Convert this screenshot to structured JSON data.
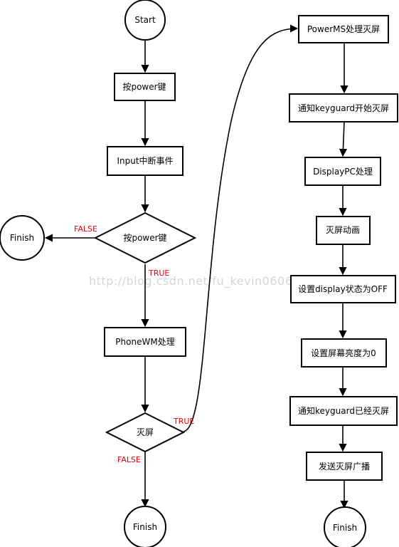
{
  "colors": {
    "stroke": "#000000",
    "label_red": "#e8000b",
    "watermark": "#d6d6d6",
    "background": "#ffffff"
  },
  "watermark": "http://blog.csdn.net/fu_kevin0606",
  "nodes": {
    "start": "Start",
    "press_power": "按power键",
    "input_interrupt": "Input中断事件",
    "decision_power": "按power键",
    "finish_left": "Finish",
    "phonewm": "PhoneWM处理",
    "decision_screen_off": "灭屏",
    "finish_bottom": "Finish",
    "powerms": "PowerMS处理灭屏",
    "notify_keyguard_start": "通知keyguard开始灭屏",
    "displaypc": "DisplayPC处理",
    "screen_off_anim": "灭屏动画",
    "set_display_off": "设置display状态为OFF",
    "set_brightness_zero": "设置屏幕亮度为0",
    "notify_keyguard_done": "通知keyguard已经灭屏",
    "send_broadcast": "发送灭屏广播",
    "finish_right": "Finish"
  },
  "edge_labels": {
    "power_false": "FALSE",
    "power_true": "TRUE",
    "screen_true": "TRUE",
    "screen_false": "FALSE"
  }
}
